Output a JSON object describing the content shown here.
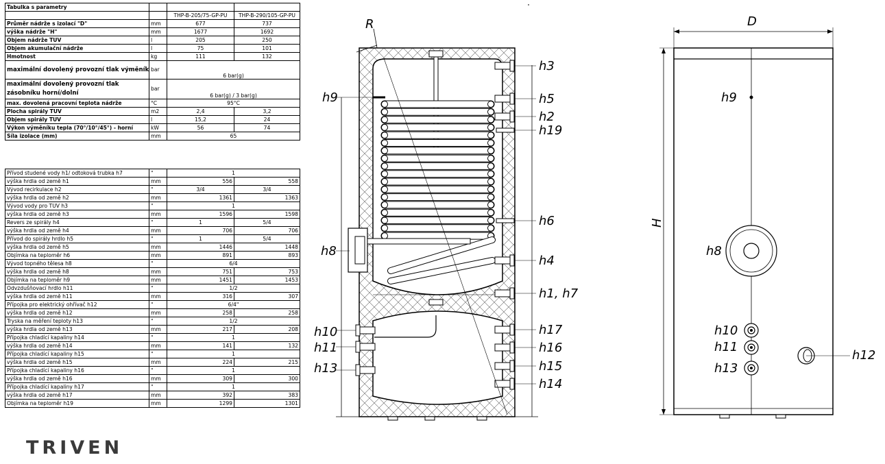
{
  "table1": {
    "title": "Tabulka s parametry",
    "models": [
      "THP-B-205/75-GP-PU",
      "THP-B-290/105-GP-PU"
    ],
    "rows": [
      {
        "label": "Průměr nádrže s izolací \"D\"",
        "unit": "mm",
        "a": "677",
        "b": "737"
      },
      {
        "label": "výška nádrže \"H\"",
        "unit": "mm",
        "a": "1677",
        "b": "1692"
      },
      {
        "label": "Objem nádrže TUV",
        "unit": "l",
        "a": "205",
        "b": "250"
      },
      {
        "label": "Objem akumulační nádrže",
        "unit": "l",
        "a": "75",
        "b": "101"
      },
      {
        "label": "Hmotnost",
        "unit": "kg",
        "a": "111",
        "b": "132"
      }
    ],
    "pressure_exchanger": {
      "label": "maximální dovolený provozní tlak výměníku",
      "unit": "bar",
      "value": "6 bar(g)"
    },
    "pressure_tank": {
      "label": "maximální dovolený provozní tlak zásobníku horní/dolní",
      "unit": "bar",
      "value": "6 bar(g) / 3 bar(g)"
    },
    "max_temp": {
      "label": "max. dovolená pracovní teplota nádrže",
      "unit": "°C",
      "value": "95°C"
    },
    "rows2": [
      {
        "label": "Plocha spirály TUV",
        "unit": "m2",
        "a": "2,4",
        "b": "3,2"
      },
      {
        "label": "Objem spirály TUV",
        "unit": "l",
        "a": "15,2",
        "b": "24"
      },
      {
        "label": "Výkon výměníku tepla (70°/10°/45°) - horní",
        "unit": "kW",
        "a": "56",
        "b": "74"
      }
    ],
    "insulation": {
      "label": "Síla izolace (mm)",
      "unit": "mm",
      "value": "65"
    }
  },
  "table2": {
    "rows": [
      {
        "label": "Přívod studené vody h1/ odtoková trubka h7",
        "unit": "\"",
        "merged": "1"
      },
      {
        "label": "výška hrdla od země h1",
        "unit": "mm",
        "a": "556",
        "b": "558"
      },
      {
        "label": "Vývod recirkulace h2",
        "unit": "\"",
        "a": "3/4",
        "b": "3/4"
      },
      {
        "label": "výška hrdla od země h2",
        "unit": "mm",
        "a": "1361",
        "b": "1363"
      },
      {
        "label": "Vývod vody pro TUV h3",
        "unit": "\"",
        "merged": "1"
      },
      {
        "label": "výška hrdla od země h3",
        "unit": "mm",
        "a": "1596",
        "b": "1598"
      },
      {
        "label": "Revers ze spirály h4",
        "unit": "\"",
        "a": "1",
        "b": "5/4"
      },
      {
        "label": "výška hrdla od země h4",
        "unit": "mm",
        "a": "706",
        "b": "706"
      },
      {
        "label": "Přívod do spirály hrdlo h5",
        "unit": "\"",
        "a": "1",
        "b": "5/4"
      },
      {
        "label": "výška hrdla od země h5",
        "unit": "mm",
        "a": "1446",
        "b": "1448"
      },
      {
        "label": "Objímka na teploměr h6",
        "unit": "mm",
        "a": "891",
        "b": "893"
      },
      {
        "label": "Vývod topného tělesa h8",
        "unit": "\"",
        "merged": "6/4"
      },
      {
        "label": "výška hrdla od země h8",
        "unit": "mm",
        "a": "751",
        "b": "753"
      },
      {
        "label": "Objímka na teploměr h9",
        "unit": "mm",
        "a": "1451",
        "b": "1453"
      },
      {
        "label": "Odvzdušňovací hrdlo h11",
        "unit": "\"",
        "merged": "1/2"
      },
      {
        "label": "výška hrdla od země h11",
        "unit": "mm",
        "a": "316",
        "b": "307"
      },
      {
        "label": "Přípojka pro elektrický ohřívač h12",
        "unit": "\"",
        "merged": "6/4\""
      },
      {
        "label": "výška hrdla od země h12",
        "unit": "mm",
        "a": "258",
        "b": "258"
      },
      {
        "label": "Tryska na měření teploty h13",
        "unit": "\"",
        "merged": "1/2"
      },
      {
        "label": "výška hrdla od země h13",
        "unit": "mm",
        "a": "217",
        "b": "208"
      },
      {
        "label": "Přípojka chladící kapaliny h14",
        "unit": "\"",
        "merged": "1"
      },
      {
        "label": "výška hrdla od země h14",
        "unit": "mm",
        "a": "141",
        "b": "132"
      },
      {
        "label": "Přípojka chladící kapaliny h15",
        "unit": "\"",
        "merged": "1"
      },
      {
        "label": "výška hrdla od země h15",
        "unit": "mm",
        "a": "224",
        "b": "215"
      },
      {
        "label": "Přípojka chladící kapaliny h16",
        "unit": "\"",
        "merged": "1"
      },
      {
        "label": "výška hrdla od země h16",
        "unit": "mm",
        "a": "309",
        "b": "300"
      },
      {
        "label": "Přípojka chladící kapaliny h17",
        "unit": "\"",
        "merged": "1"
      },
      {
        "label": "výška hrdla od země h17",
        "unit": "mm",
        "a": "392",
        "b": "383"
      },
      {
        "label": "Objímka na teploměr h19",
        "unit": "mm",
        "a": "1299",
        "b": "1301"
      }
    ]
  },
  "logo": "TRIVEN",
  "section_labels": {
    "R": "R",
    "h1h7": "h1, h7",
    "h2": "h2",
    "h3": "h3",
    "h4": "h4",
    "h5": "h5",
    "h6": "h6",
    "h8": "h8",
    "h9": "h9",
    "h10": "h10",
    "h11": "h11",
    "h13": "h13",
    "h14": "h14",
    "h15": "h15",
    "h16": "h16",
    "h17": "h17",
    "h19": "h19"
  },
  "front_labels": {
    "D": "D",
    "H": "H",
    "h8": "h8",
    "h9": "h9",
    "h10": "h10",
    "h11": "h11",
    "h12": "h12",
    "h13": "h13"
  }
}
